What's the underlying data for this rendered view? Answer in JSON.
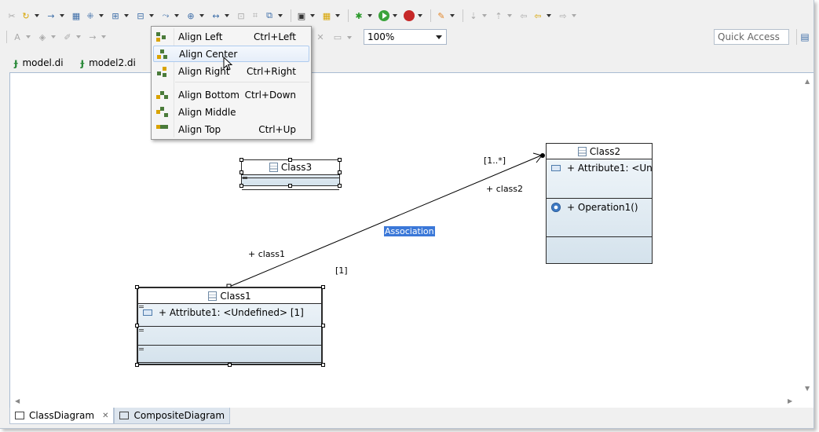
{
  "toolbar": {
    "zoom_value": "100%",
    "quick_access_placeholder": "Quick Access"
  },
  "file_tabs": [
    {
      "label": "model.di"
    },
    {
      "label": "model2.di"
    }
  ],
  "menu": {
    "items": [
      {
        "label": "Align Left",
        "shortcut": "Ctrl+Left"
      },
      {
        "label": "Align Center",
        "shortcut": ""
      },
      {
        "label": "Align Right",
        "shortcut": "Ctrl+Right"
      },
      {
        "label": "Align Bottom",
        "shortcut": "Ctrl+Down"
      },
      {
        "label": "Align Middle",
        "shortcut": ""
      },
      {
        "label": "Align Top",
        "shortcut": "Ctrl+Up"
      }
    ],
    "highlighted": "Align Center"
  },
  "diagram": {
    "class1": {
      "name": "Class1",
      "attribute": "+ Attribute1: <Undefined> [1]"
    },
    "class2": {
      "name": "Class2",
      "attribute": "+ Attribute1: <Un...",
      "operation": "+ Operation1()"
    },
    "class3": {
      "name": "Class3"
    },
    "association": {
      "label": "Association",
      "end1_role": "+ class1",
      "end1_multiplicity": "[1]",
      "end2_role": "+ class2",
      "end2_multiplicity": "[1..*]"
    }
  },
  "bottom_tabs": [
    {
      "label": "ClassDiagram",
      "active": true
    },
    {
      "label": "CompositeDiagram",
      "active": false
    }
  ],
  "colors": {
    "selection_label": "#3b78d8",
    "menu_highlight": "#e6eef9",
    "class_fill": "#d4e2ec"
  }
}
